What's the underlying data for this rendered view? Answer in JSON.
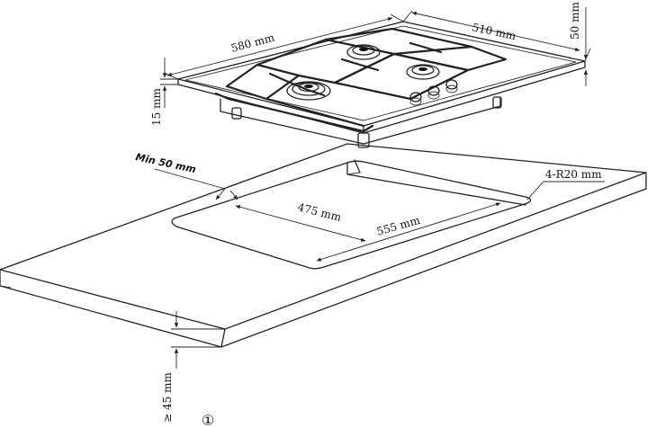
{
  "labels": {
    "depth": "580 mm",
    "width": "510 mm",
    "height_top": "50 mm",
    "thickness": "15 mm",
    "min_gap": "Min 50 mm",
    "cutout_depth": "475 mm",
    "cutout_width": "555 mm",
    "corner_radius": "4-R20 mm",
    "worktop_thickness": "≥ 45 mm",
    "step_mark": "①"
  }
}
